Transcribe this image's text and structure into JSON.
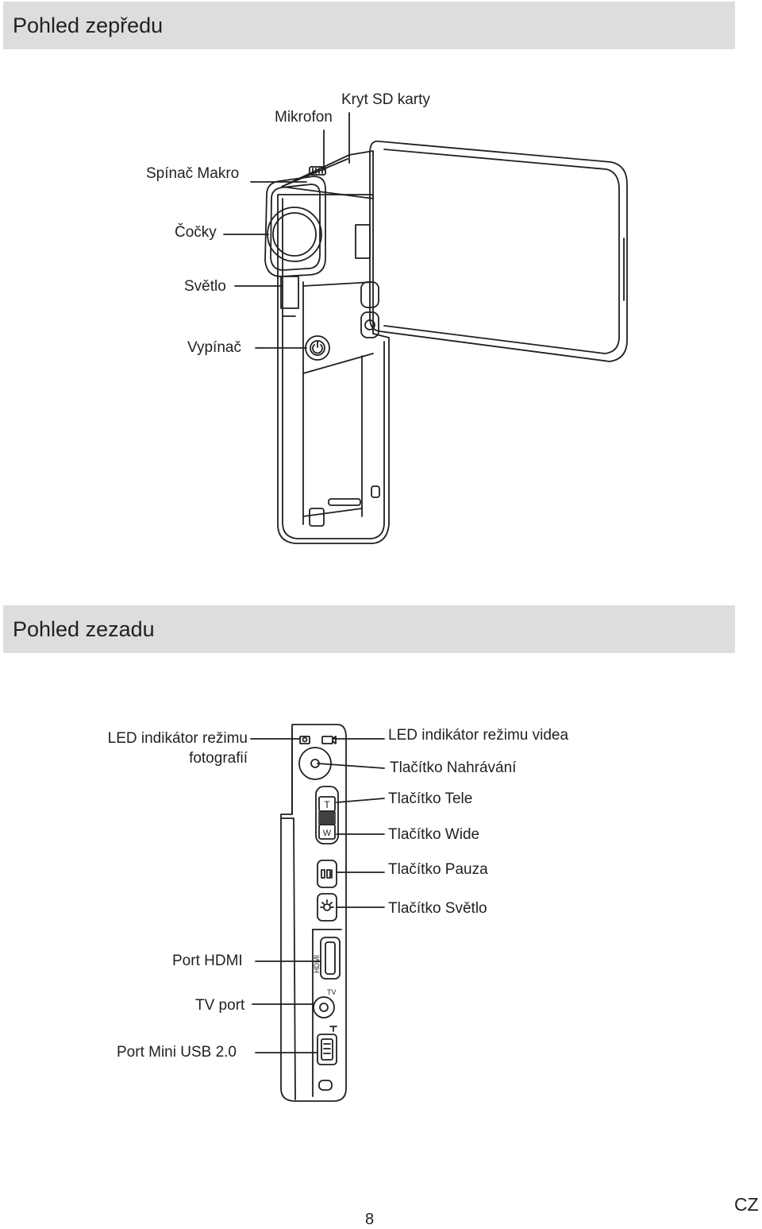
{
  "front": {
    "heading": "Pohled zepředu",
    "labels": {
      "microphone": "Mikrofon",
      "sd_cover": "Kryt SD karty",
      "macro_switch": "Spínač Makro",
      "lens": "Čočky",
      "light": "Světlo",
      "power": "Vypínač"
    }
  },
  "back": {
    "heading": "Pohled zezadu",
    "labels": {
      "photo_led_line1": "LED indikátor režimu",
      "photo_led_line2": "fotografií",
      "video_led": "LED indikátor režimu videa",
      "record_button": "Tlačítko Nahrávání",
      "tele_button": "Tlačítko Tele",
      "wide_button": "Tlačítko Wide",
      "pause_button": "Tlačítko Pauza",
      "light_button": "Tlačítko Světlo",
      "hdmi_port": "Port HDMI",
      "tv_port": "TV port",
      "usb_port": "Port Mini USB 2.0"
    },
    "device_marks": {
      "tele": "T",
      "wide": "W",
      "hdmi": "HDMI",
      "tv": "TV"
    }
  },
  "footer": {
    "page_number": "8",
    "language": "CZ"
  }
}
